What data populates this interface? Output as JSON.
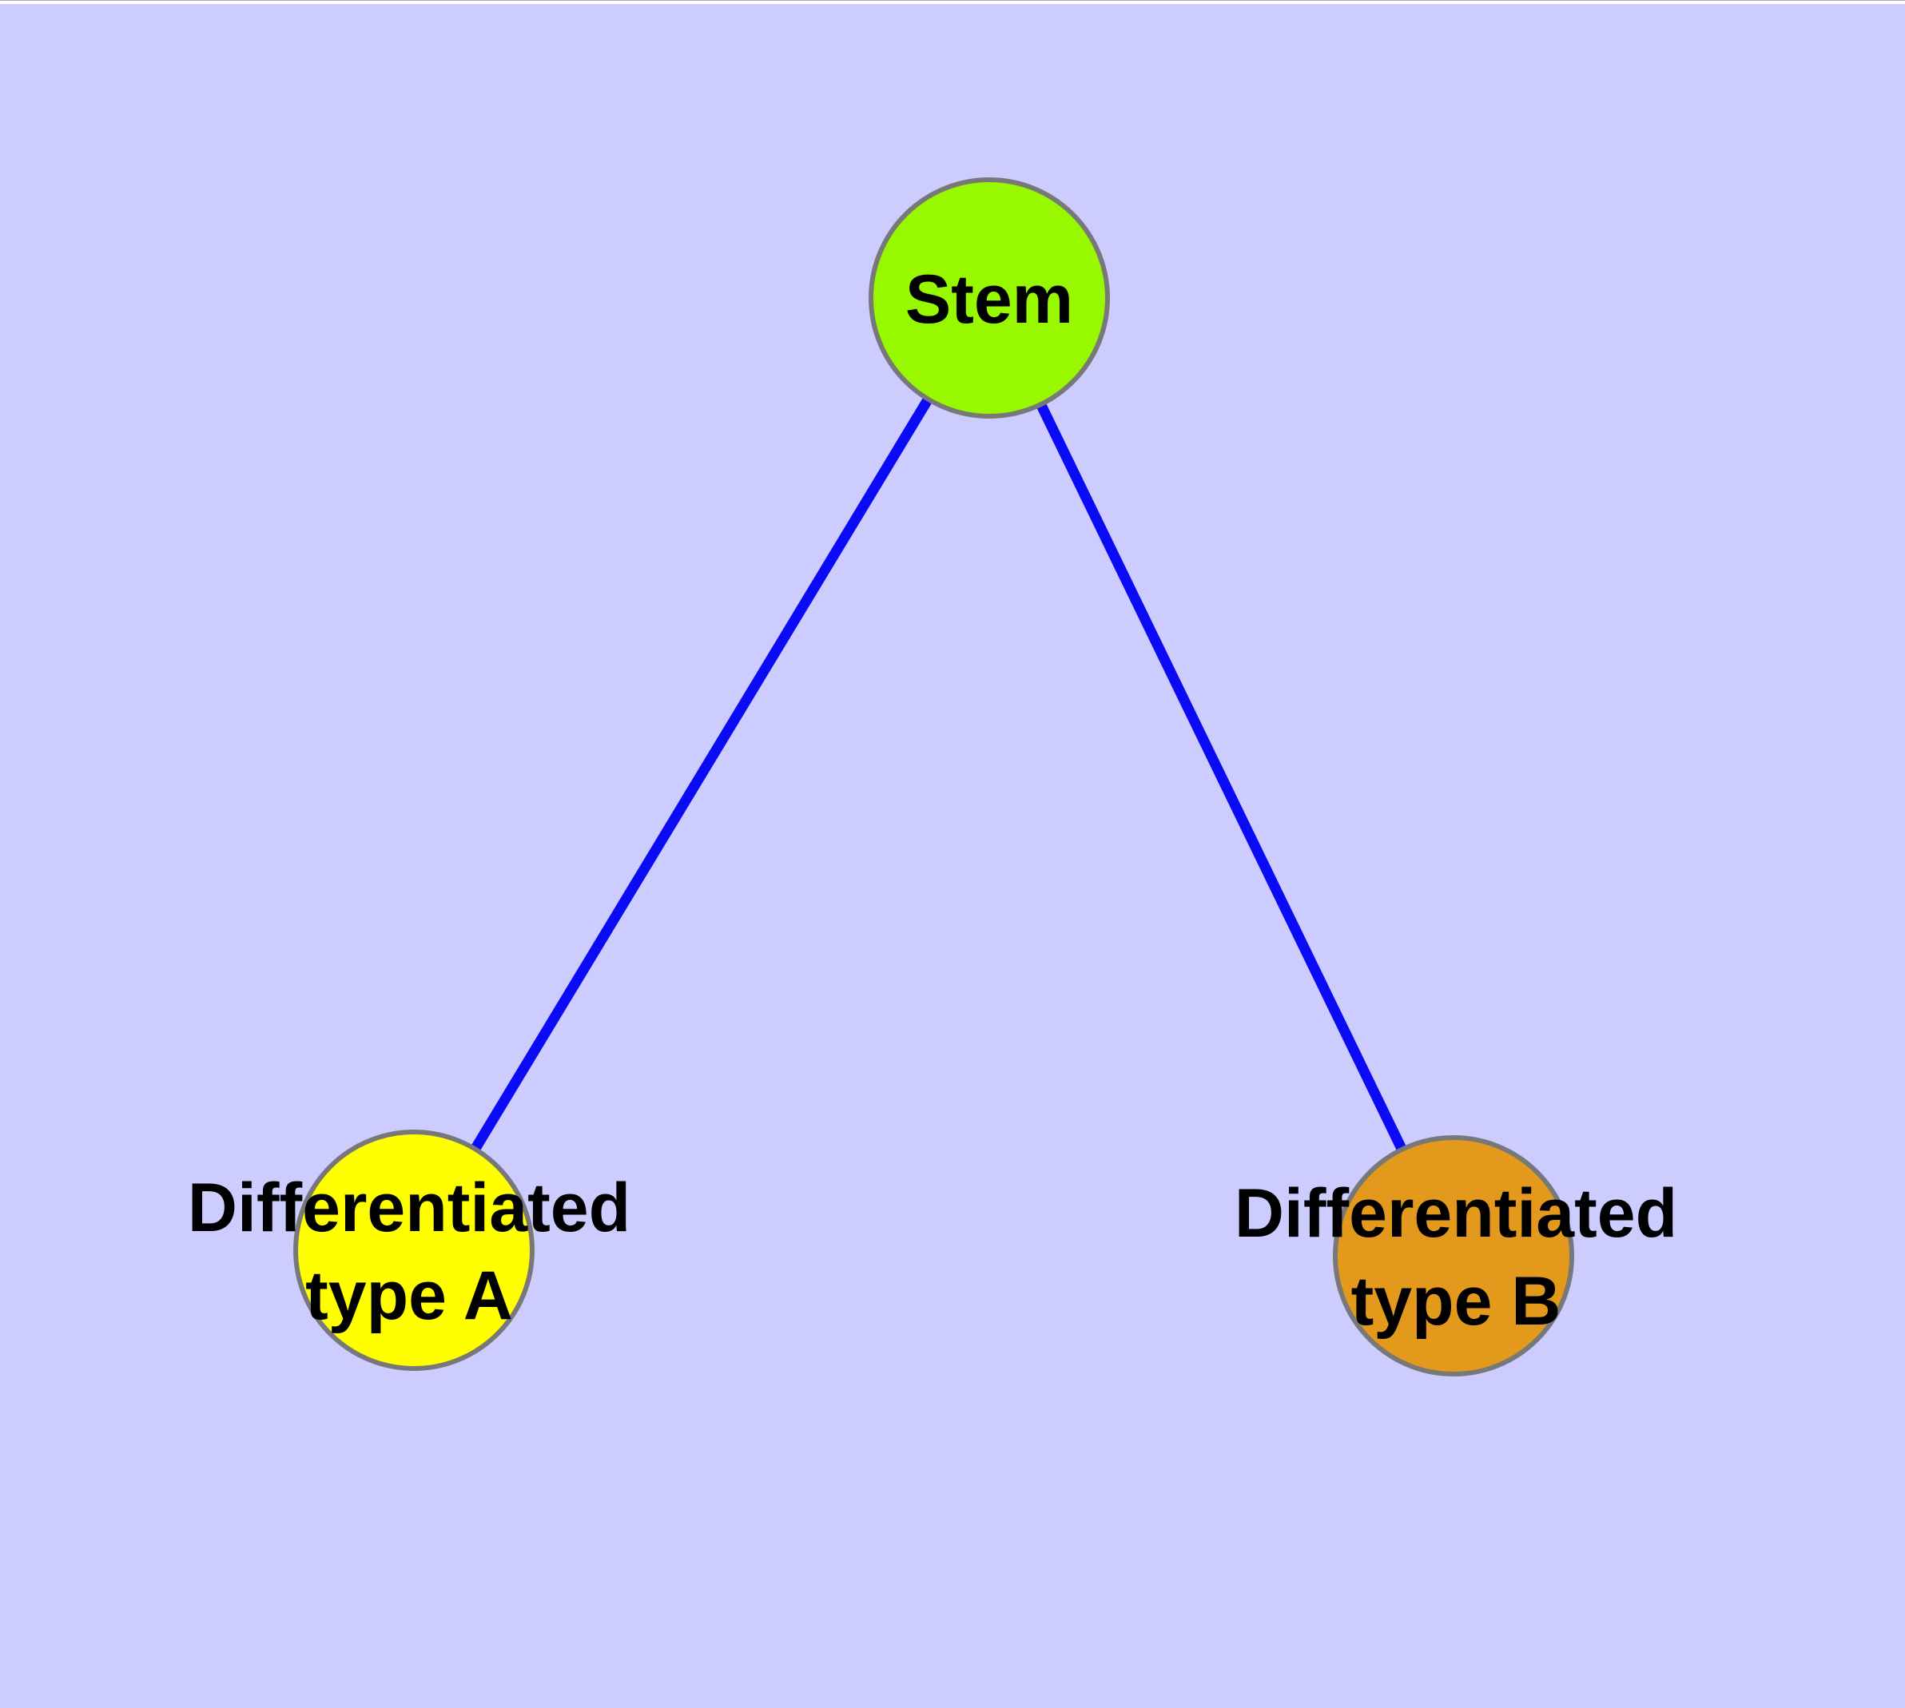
{
  "diagram": {
    "type": "node-link-diagram",
    "description": "Stem cell differentiation tree: one stem node branching to two differentiated cell type nodes",
    "nodes": [
      {
        "id": "stem",
        "label": "Stem",
        "fill": "#97F800"
      },
      {
        "id": "type-a",
        "label_line1": "Differentiated",
        "label_line2": "type A",
        "fill": "#FFFF00"
      },
      {
        "id": "type-b",
        "label_line1": "Differentiated",
        "label_line2": "type B",
        "fill": "#E39A1C"
      }
    ],
    "edges": [
      {
        "from": "stem",
        "to": "type-a"
      },
      {
        "from": "stem",
        "to": "type-b"
      }
    ],
    "colors": {
      "background": "#CCCCFF",
      "node_border": "#787878",
      "edge": "#0A0AF5",
      "label_text": "#000000"
    }
  }
}
